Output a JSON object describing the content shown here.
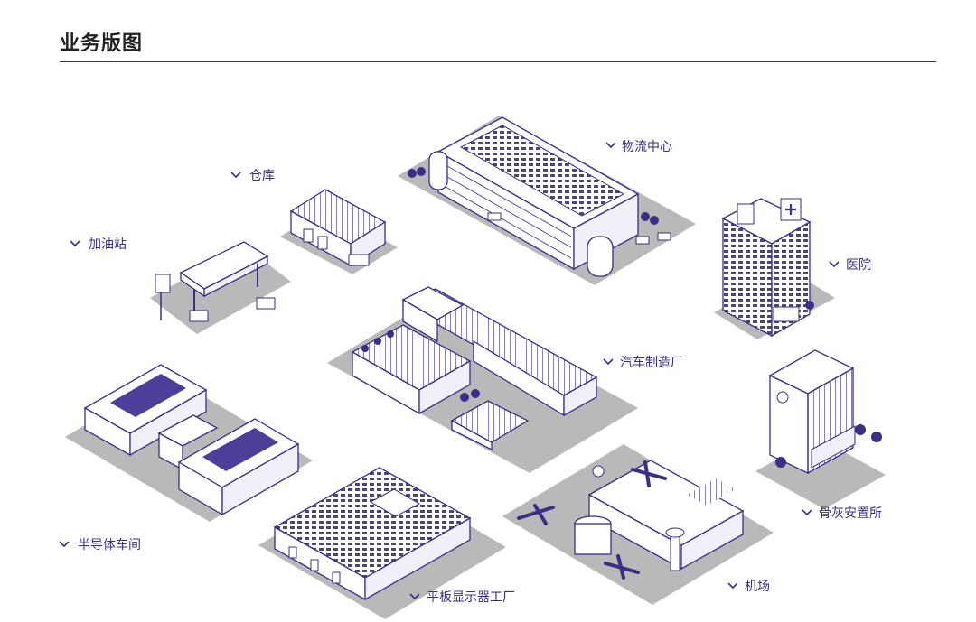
{
  "header": {
    "title": "业务版图"
  },
  "colors": {
    "accent": "#3a2e86",
    "shadow": "#b9b9b9",
    "panel": "#4b3f99",
    "line": "#3b3b3b"
  },
  "icons": {
    "chevron": "chevron-down-icon"
  },
  "labels": {
    "logistics": "物流中心",
    "warehouse": "仓库",
    "gas_station": "加油站",
    "hospital": "医院",
    "auto_factory": "汽车制造厂",
    "semiconductor": "半导体车间",
    "columbarium": "骨灰安置所",
    "display_factory": "平板显示器工厂",
    "airport": "机场"
  }
}
